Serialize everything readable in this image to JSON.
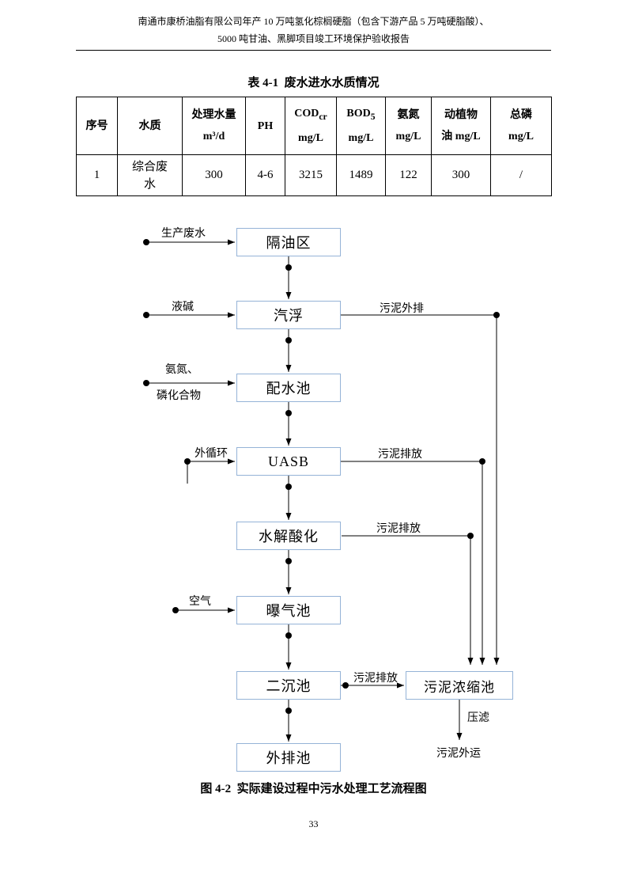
{
  "header": {
    "line1": "南通市康桥油脂有限公司年产 10 万吨氢化棕榈硬脂（包含下游产品 5 万吨硬脂酸）、",
    "line2": "5000 吨甘油、黑脚项目竣工环境保护验收报告"
  },
  "table": {
    "title": "表 4-1  废水进水水质情况",
    "headers": [
      {
        "line1": "序号"
      },
      {
        "line1": "水质"
      },
      {
        "line1": "处理水量",
        "line2": "m³/d"
      },
      {
        "line1": "PH"
      },
      {
        "line1": "COD",
        "sub": "cr",
        "line2": "mg/L"
      },
      {
        "line1": "BOD",
        "sub": "5",
        "line2": "mg/L"
      },
      {
        "line1": "氨氮",
        "line2": "mg/L"
      },
      {
        "line1": "动植物",
        "line2": "油  mg/L"
      },
      {
        "line1": "总磷",
        "line2": "mg/L"
      }
    ],
    "rows": [
      [
        "1",
        "综合废水",
        "300",
        "4-6",
        "3215",
        "1489",
        "122",
        "300",
        "/"
      ]
    ]
  },
  "flowchart": {
    "boxes": [
      "隔油区",
      "汽浮",
      "配水池",
      "UASB",
      "水解酸化",
      "曝气池",
      "二沉池",
      "外排池",
      "污泥浓缩池"
    ],
    "labels": {
      "production_wastewater": "生产废水",
      "liquid_alkali": "液碱",
      "ammonia_line1": "氨氮、",
      "ammonia_line2": "磷化合物",
      "external_circulation": "外循环",
      "air": "空气",
      "sludge_out": "污泥外排",
      "sludge_discharge_uasb": "污泥排放",
      "sludge_discharge_hydrolysis": "污泥排放",
      "sludge_discharge_secondary": "污泥排放",
      "press_filter": "压滤",
      "sludge_transport": "污泥外运"
    }
  },
  "caption": "图 4-2  实际建设过程中污水处理工艺流程图",
  "page_number": "33"
}
